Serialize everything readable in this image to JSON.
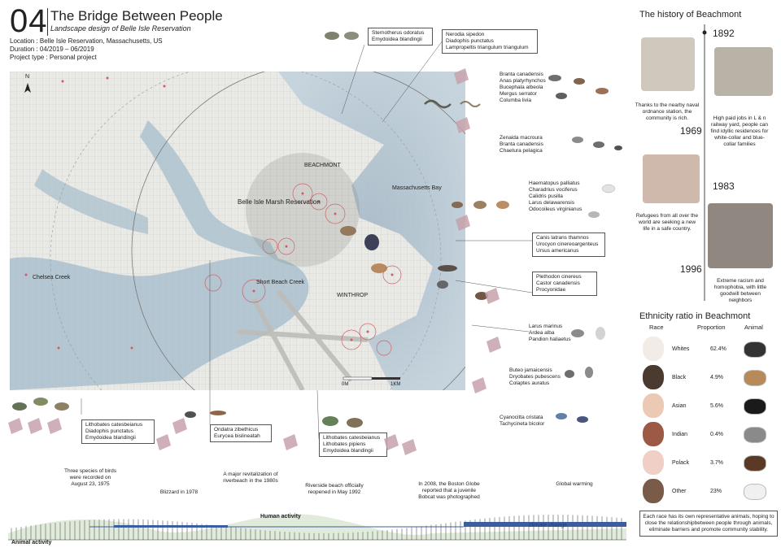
{
  "header": {
    "number": "04",
    "title": "The Bridge Between People",
    "subtitle": "Landscape design of Belle Isle Reservation",
    "location": "Location : Belle Isle Reservation, Massachusetts, US",
    "duration": "Duration : 04/2019 – 06/2019",
    "project_type": "Project type : Personal project"
  },
  "map": {
    "north": "N",
    "places": {
      "beachmont": "BEACHMONT",
      "mass_bay": "Massachusetts Bay",
      "belle_isle": "Belle Isle Marsh Reservation",
      "chelsea": "Chelsea Creek",
      "short_beach": "Short Beach Creek",
      "winthrop": "WINTHROP"
    },
    "scale": {
      "start": "0M",
      "end": "1KM"
    }
  },
  "species": {
    "turtles": [
      "Sternotherus odoratus",
      "Emydoidea blandingii"
    ],
    "snakes": [
      "Nerodia sipedon",
      "Diadophis punctatus",
      "Lampropeltis triangulum triangulum"
    ],
    "waterfowl": [
      "Branta canadensis",
      "Anas platyrhynchos",
      "Bucephala albeola",
      "Mergus serrator",
      "Columba livia"
    ],
    "doves": [
      "Zenaida macroura",
      "Branta canadensis",
      "Chaetura pelagica"
    ],
    "shorebirds": [
      "Haematopus palliatus",
      "Charadrius vociferus",
      "Calidris pusilla",
      "Larus delawarensis",
      "Odocoileus virginianus"
    ],
    "mammals": [
      "Canis latrans thamnos",
      "Urocyon cinereoargenteus",
      "Ursus americanus"
    ],
    "small_mammals": [
      "Plethodon cinereus",
      "Castor canadensis",
      "Procyonidae"
    ],
    "raptors": [
      "Larus marinus",
      "Ardea alba",
      "Pandion haliaetus"
    ],
    "woodpeckers": [
      "Buteo jamaicensis",
      "Dryobates pubescens",
      "Colaptes auratus"
    ],
    "jays": [
      "Cyanocitta cristata",
      "Tachycineta bicolor"
    ],
    "frogs_left": [
      "Lithobates catesbeianus",
      "Diadophis punctatus",
      "Emydoidea blandingii"
    ],
    "muskrat": [
      "Ondatra zibethicus",
      "Eurycea bislineatah"
    ],
    "frogs_mid": [
      "Lithobates catesbeianus",
      "Lithobates pipiens",
      "Emydoidea blandingii"
    ]
  },
  "history": {
    "title": "The history of Beachmont",
    "events": [
      {
        "year": "1892",
        "text": "Thanks to the nearby naval ordnance station, the community is rich."
      },
      {
        "year": "",
        "text": "High paid jobs in L & n railway yard, people can find idyllic residences for white-collar and blue-collar families"
      },
      {
        "year": "1969",
        "text": ""
      },
      {
        "year": "1983",
        "text": "Refugees from all over the world are seeking a new life in a safe country."
      },
      {
        "year": "1996",
        "text": "Extreme racism and homophobia, with little goodwill between neighbors"
      }
    ]
  },
  "ethnicity": {
    "title": "Ethnicity ratio in Beachmont",
    "headers": [
      "Race",
      "Proportion",
      "Animal"
    ],
    "rows": [
      {
        "race": "Whites",
        "proportion": "62.4%",
        "face_color": "#f3ece6",
        "animal_color": "#333333"
      },
      {
        "race": "Black",
        "proportion": "4.9%",
        "face_color": "#4a3a30",
        "animal_color": "#b88a5a"
      },
      {
        "race": "Asian",
        "proportion": "5.6%",
        "face_color": "#ecc9b4",
        "animal_color": "#1a1a1a"
      },
      {
        "race": "Indian",
        "proportion": "0.4%",
        "face_color": "#9c5a45",
        "animal_color": "#8a8a8a"
      },
      {
        "race": "Polack",
        "proportion": "3.7%",
        "face_color": "#f0d0c6",
        "animal_color": "#5a3a24"
      },
      {
        "race": "Other",
        "proportion": "23%",
        "face_color": "#7a5a48",
        "animal_color": "#f0f0f0"
      }
    ],
    "note": "Each race has its own representative animals, hoping to close the relationshipbetween people through animals, eliminate barriers and promote community stability."
  },
  "timeline": {
    "events": [
      "Three species of birds were recorded on August 23, 1975",
      "Blizzard in 1978",
      "A major revitalization of riverbeach in the 1980s",
      "Riverside beach officially reopened in May 1992",
      "In 2008, the Boston Globe reported that a juvenile Bobcat was photographed",
      "Global warming"
    ],
    "human_activity": "Human activity",
    "climate_change": "climate change",
    "animal_activity": "Animal activity"
  }
}
